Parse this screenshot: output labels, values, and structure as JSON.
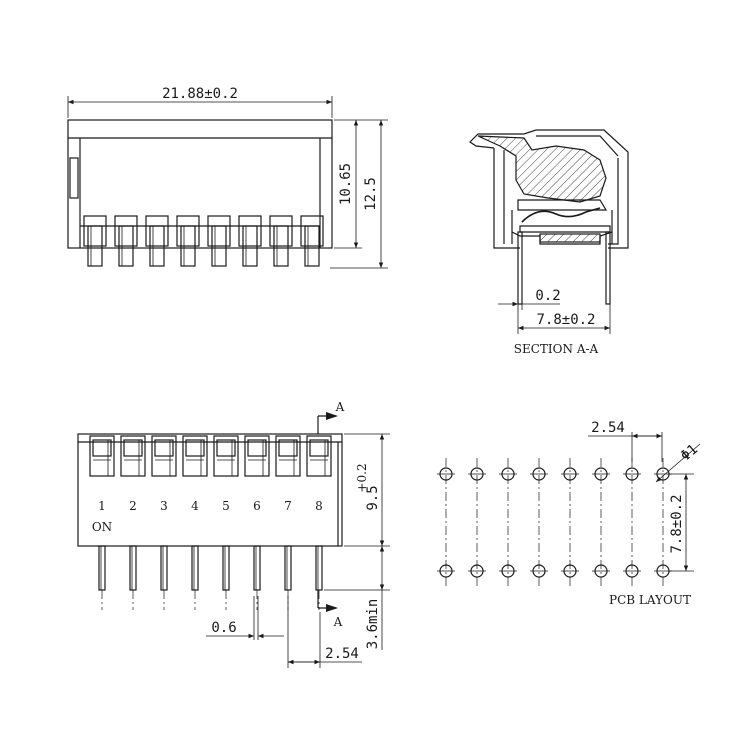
{
  "top_view": {
    "width_dim": "21.88±0.2",
    "height_dim_inner": "10.65",
    "height_dim_outer": "12.5"
  },
  "section_view": {
    "pin_thickness": "0.2",
    "pin_span": "7.8±0.2",
    "caption": "SECTION A-A"
  },
  "front_view": {
    "section_marker_top": "A",
    "section_marker_bottom": "A",
    "height_dim": "9.5",
    "height_tol": "+0.2",
    "switch_numbers": [
      "1",
      "2",
      "3",
      "4",
      "5",
      "6",
      "7",
      "8"
    ],
    "on_label": "ON",
    "pin_width": "0.6",
    "pin_length": "3.6min",
    "pitch": "2.54"
  },
  "pcb_layout": {
    "pitch": "2.54",
    "hole_dia": "Φ1",
    "row_span": "7.8±0.2",
    "caption": "PCB LAYOUT"
  }
}
